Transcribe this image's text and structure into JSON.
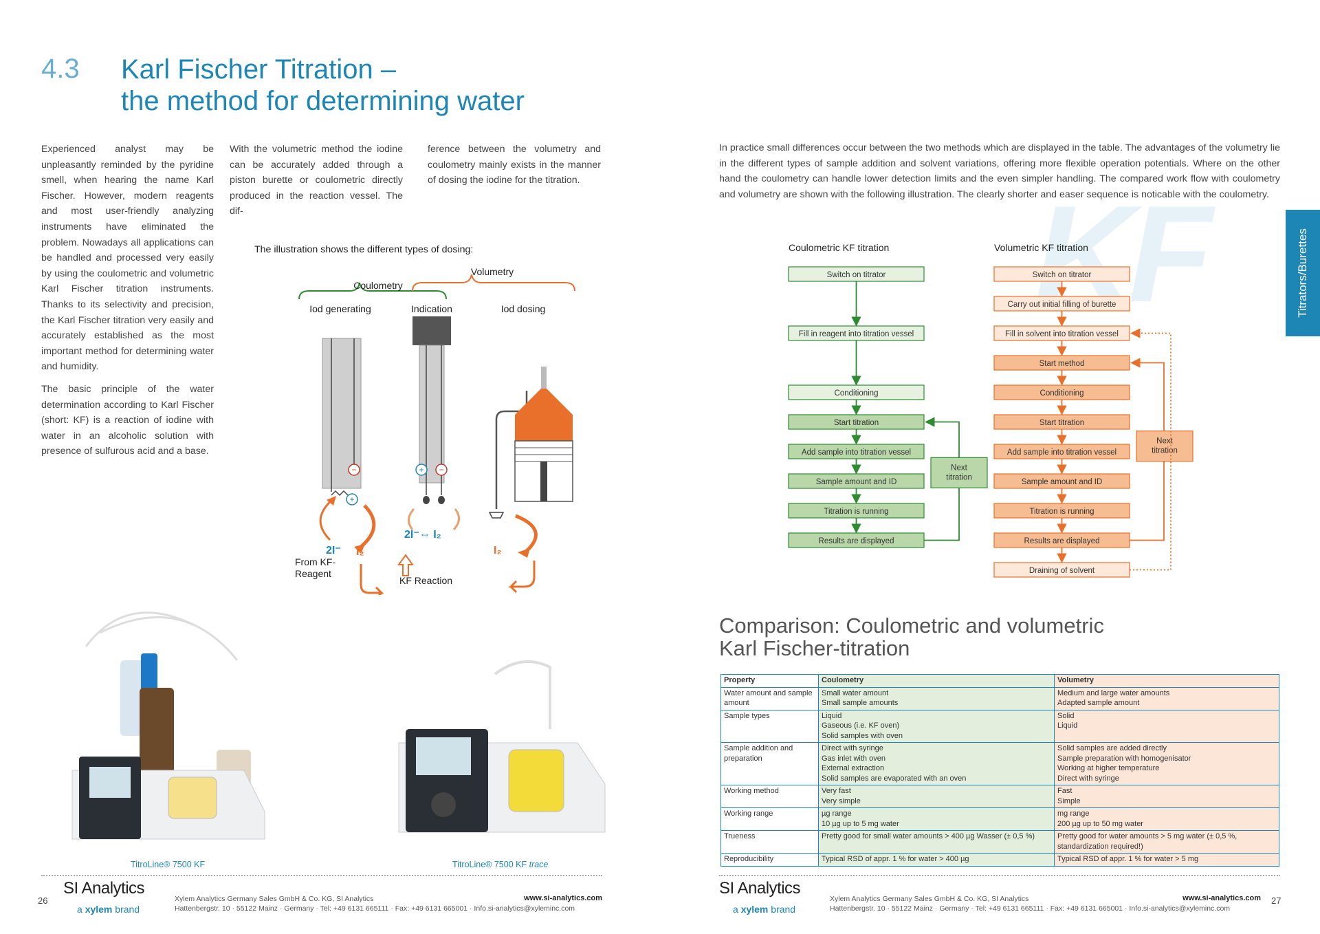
{
  "section": {
    "number": "4.3",
    "title_line1": "Karl Fischer Titration –",
    "title_line2": "the method for determining water"
  },
  "left_text": {
    "col1_p1": "Experienced analyst may be unpleasantly reminded by the pyridine smell, when hearing the name Karl Fischer. However, modern reagents and most user-friendly analyzing instruments have eliminated the problem. Nowadays all applications can be handled and processed very easily by using the coulometric and volumetric Karl Fischer titration instruments. Thanks to its selectivity and precision, the Karl Fischer titration very easily and accurately established as the most important method for determining water and humidity.",
    "col1_p2": "The basic principle of the water determination according to Karl Fischer (short: KF) is a reaction of iodine with water in an alcoholic solution with presence of sulfurous acid and a base.",
    "col2": "With the volumetric method the iodine can be accurately added through a piston burette or coulometric directly produced in the reaction vessel. The dif-",
    "col3": "ference between the volumetry and coulometry mainly exists in the manner of dosing the iodine for the titration."
  },
  "illustration": {
    "caption": "The illustration shows the different types of dosing:",
    "coulometry": "Coulometry",
    "volumetry": "Volumetry",
    "iod_generating": "Iod generating",
    "indication": "Indication",
    "iod_dosing": "Iod dosing",
    "two_i_minus": "2I⁻",
    "i2": "I₂",
    "equilibrium": "2I⁻⇔ I₂",
    "from_kf_1": "From KF-",
    "from_kf_2": "Reagent",
    "kf_reaction": "KF Reaction",
    "plus": "+",
    "minus": "−"
  },
  "right_intro": "In practice small differences occur between the two methods which are displayed in the table. The advantages of the volumetry lie in the different types of sample addition and solvent variations, offering more flexible operation potentials. Where on the other hand the coulometry can handle lower detection limits and the even simpler handling. The compared work flow with coulometry and volumetry are shown with the following illustration. The clearly shorter and easer sequence is noticable with the coulometry.",
  "side_tab": "Titrators/Burettes",
  "watermark": "KF",
  "flow": {
    "coul_title": "Coulometric KF titration",
    "vol_title": "Volumetric KF titration",
    "coul_steps": [
      "Switch on titrator",
      "Fill in reagent into titration vessel",
      "Conditioning",
      "Start titration",
      "Add sample into titration vessel",
      "Sample amount and ID",
      "Titration is running",
      "Results are displayed"
    ],
    "vol_steps": [
      "Switch on titrator",
      "Carry out initial filling of burette",
      "Fill in solvent into titration vessel",
      "Start method",
      "Conditioning",
      "Start titration",
      "Add sample into titration vessel",
      "Sample amount and ID",
      "Titration is running",
      "Results are displayed",
      "Draining of solvent"
    ],
    "next_titration": "Next titration"
  },
  "comparison": {
    "title_line1": "Comparison: Coulometric and volumetric",
    "title_line2": "Karl Fischer-titration",
    "header": [
      "Property",
      "Coulometry",
      "Volumetry"
    ],
    "rows": [
      [
        "Water amount and sample amount",
        "Small water amount\nSmall sample amounts",
        "Medium and large water amounts\nAdapted sample amount"
      ],
      [
        "Sample types",
        "Liquid\nGaseous (i.e. KF oven)\nSolid samples with oven",
        "Solid\nLiquid"
      ],
      [
        "Sample addition and preparation",
        "Direct with syringe\nGas inlet with oven\nExternal extraction\nSolid samples are evaporated with an oven",
        "Solid samples are added directly\nSample preparation with homogenisator\nWorking at higher temperature\nDirect with syringe"
      ],
      [
        "Working method",
        "Very fast\nVery simple",
        "Fast\nSimple"
      ],
      [
        "Working range",
        "µg range\n10 µg up to 5 mg water",
        "mg range\n200 µg up to 50 mg water"
      ],
      [
        "Trueness",
        "Pretty good for small water amounts > 400 µg Wasser (± 0,5 %)",
        "Pretty good for water amounts > 5 mg water (± 0,5 %, standardization required!)"
      ],
      [
        "Reproducibility",
        "Typical RSD of appr. 1 % for water > 400 µg",
        "Typical RSD of appr. 1 % for water > 5 mg"
      ]
    ]
  },
  "products": {
    "left_caption": "TitroLine® 7500 KF",
    "right_caption_main": "TitroLine® 7500 KF",
    "right_caption_italic": "trace"
  },
  "footer": {
    "brand": "SI Analytics",
    "brand_sub_a": "a",
    "brand_sub_b": "xylem",
    "brand_sub_c": "brand",
    "company": "Xylem Analytics Germany Sales GmbH & Co. KG, SI Analytics",
    "address": "Hattenbergstr. 10 · 55122 Mainz · Germany · Tel: +49 6131 665111 · Fax: +49 6131 665001 · Info.si-analytics@xyleminc.com",
    "url": "www.si-analytics.com",
    "page_left": "26",
    "page_right": "27"
  },
  "colors": {
    "brand_blue": "#1e86b4",
    "coul_green": "#2e8b32",
    "vol_orange": "#e8702a"
  }
}
